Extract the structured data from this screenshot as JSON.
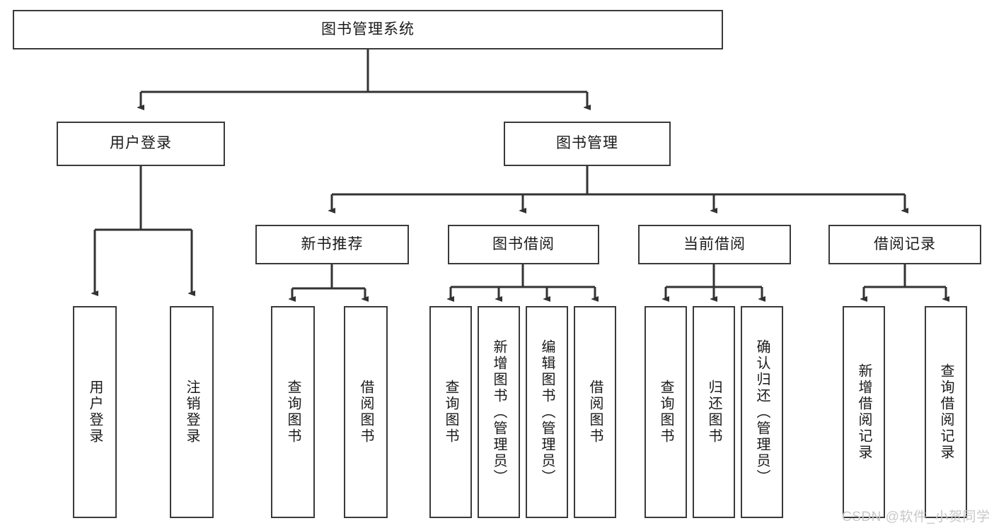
{
  "diagram": {
    "title": "图书管理系统",
    "type": "tree-hierarchy",
    "watermark": "CSDN @软件_小贺同学",
    "colors": {
      "border": "#3a3a3a",
      "text": "#1a1a1a",
      "background": "#ffffff",
      "connector": "#333333",
      "watermark": "#c8c8c8"
    },
    "nodes": {
      "root": {
        "label": "图书管理系统"
      },
      "level2": [
        {
          "label": "用户登录"
        },
        {
          "label": "图书管理"
        }
      ],
      "level3": [
        {
          "label": "新书推荐"
        },
        {
          "label": "图书借阅"
        },
        {
          "label": "当前借阅"
        },
        {
          "label": "借阅记录"
        }
      ],
      "leaves_user_login": [
        {
          "label": "用户登录"
        },
        {
          "label": "注销登录"
        }
      ],
      "leaves_new_book": [
        {
          "label": "查询图书"
        },
        {
          "label": "借阅图书"
        }
      ],
      "leaves_borrow": [
        {
          "label": "查询图书"
        },
        {
          "label": "新增图书（管理员）"
        },
        {
          "label": "编辑图书（管理员）"
        },
        {
          "label": "借阅图书"
        }
      ],
      "leaves_current": [
        {
          "label": "查询图书"
        },
        {
          "label": "归还图书"
        },
        {
          "label": "确认归还（管理员）"
        }
      ],
      "leaves_records": [
        {
          "label": "新增借阅记录"
        },
        {
          "label": "查询借阅记录"
        }
      ]
    }
  }
}
